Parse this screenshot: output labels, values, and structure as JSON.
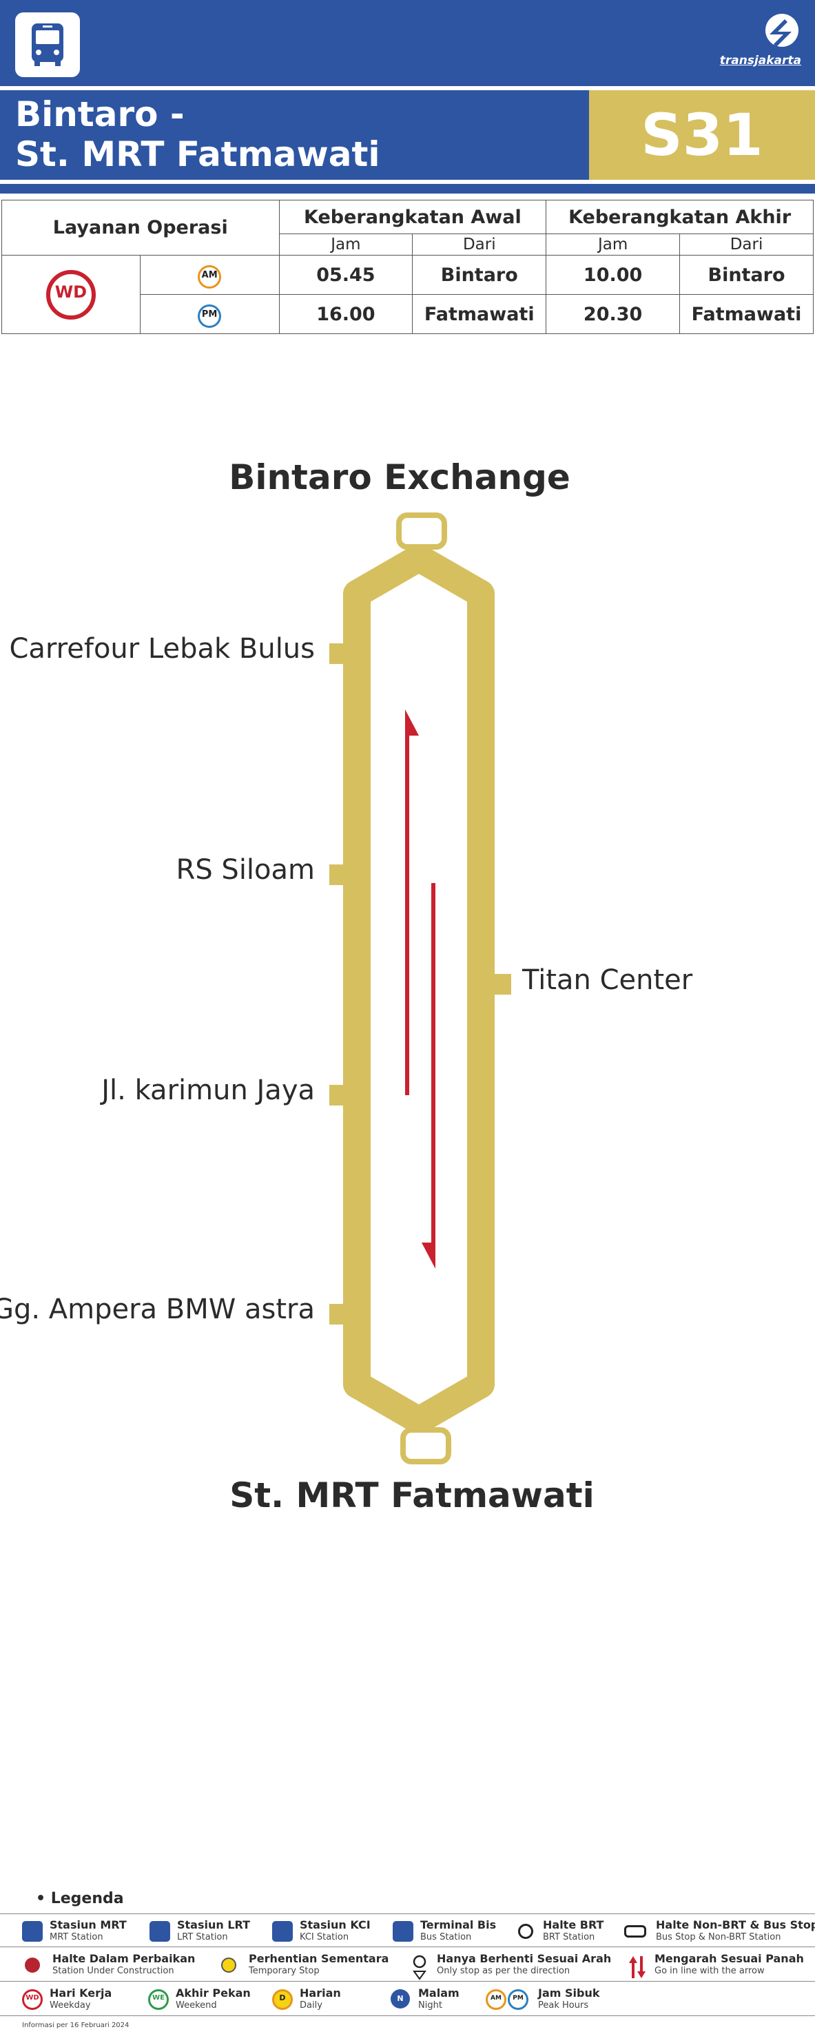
{
  "header": {
    "brand": "transjakarta",
    "title_line1": "Bintaro -",
    "title_line2": "St. MRT Fatmawati",
    "route_code": "S31"
  },
  "schedule": {
    "service_header": "Layanan Operasi",
    "first_header": "Keberangkatan Awal",
    "last_header": "Keberangkatan Akhir",
    "sub_time": "Jam",
    "sub_from": "Dari",
    "service_badge": "WD",
    "rows": [
      {
        "badge": "AM",
        "first_time": "05.45",
        "first_from": "Bintaro",
        "last_time": "10.00",
        "last_from": "Bintaro"
      },
      {
        "badge": "PM",
        "first_time": "16.00",
        "first_from": "Fatmawati",
        "last_time": "20.30",
        "last_from": "Fatmawati"
      }
    ]
  },
  "route_map": {
    "top_terminal": "Bintaro Exchange",
    "bottom_terminal": "St. MRT Fatmawati",
    "left_stops": [
      "Carrefour Lebak Bulus",
      "RS Siloam",
      "Jl. karimun Jaya",
      "Gg. Ampera BMW astra"
    ],
    "right_stops": [
      "Titan Center"
    ],
    "colors": {
      "route": "#d6bf5f",
      "arrow": "#c9212e",
      "brand_blue": "#2d55a2"
    }
  },
  "legend": {
    "title": "Legenda",
    "items": [
      {
        "main": "Stasiun MRT",
        "sub": "MRT Station",
        "icon": "mrt-station-icon"
      },
      {
        "main": "Stasiun LRT",
        "sub": "LRT Station",
        "icon": "lrt-station-icon"
      },
      {
        "main": "Stasiun KCI",
        "sub": "KCI Station",
        "icon": "kci-station-icon"
      },
      {
        "main": "Terminal Bis",
        "sub": "Bus Station",
        "icon": "bus-terminal-icon"
      },
      {
        "main": "Halte BRT",
        "sub": "BRT Station",
        "icon": "brt-stop-icon"
      },
      {
        "main": "Halte Non-BRT & Bus Stop",
        "sub": "Bus Stop & Non-BRT Station",
        "icon": "non-brt-stop-icon"
      },
      {
        "main": "Halte Dalam Perbaikan",
        "sub": "Station Under Construction",
        "icon": "under-construction-icon"
      },
      {
        "main": "Perhentian Sementara",
        "sub": "Temporary Stop",
        "icon": "temporary-stop-icon"
      },
      {
        "main": "Hanya Berhenti Sesuai Arah",
        "sub": "Only stop as per the direction",
        "icon": "directional-stop-icon"
      },
      {
        "main": "Mengarah Sesuai Panah",
        "sub": "Go in line with the arrow",
        "icon": "direction-arrow-icon"
      },
      {
        "main": "Hari Kerja",
        "sub": "Weekday",
        "icon": "weekday-badge-icon",
        "badge": "WD"
      },
      {
        "main": "Akhir Pekan",
        "sub": "Weekend",
        "icon": "weekend-badge-icon",
        "badge": "WE"
      },
      {
        "main": "Harian",
        "sub": "Daily",
        "icon": "daily-badge-icon",
        "badge": "D"
      },
      {
        "main": "Malam",
        "sub": "Night",
        "icon": "night-badge-icon",
        "badge": "N"
      },
      {
        "main": "Jam Sibuk",
        "sub": "Peak Hours",
        "icon": "peak-hours-badge-icon",
        "badge": "AM",
        "badge2": "PM"
      }
    ]
  },
  "footnote": "Informasi per 16 Februari 2024"
}
